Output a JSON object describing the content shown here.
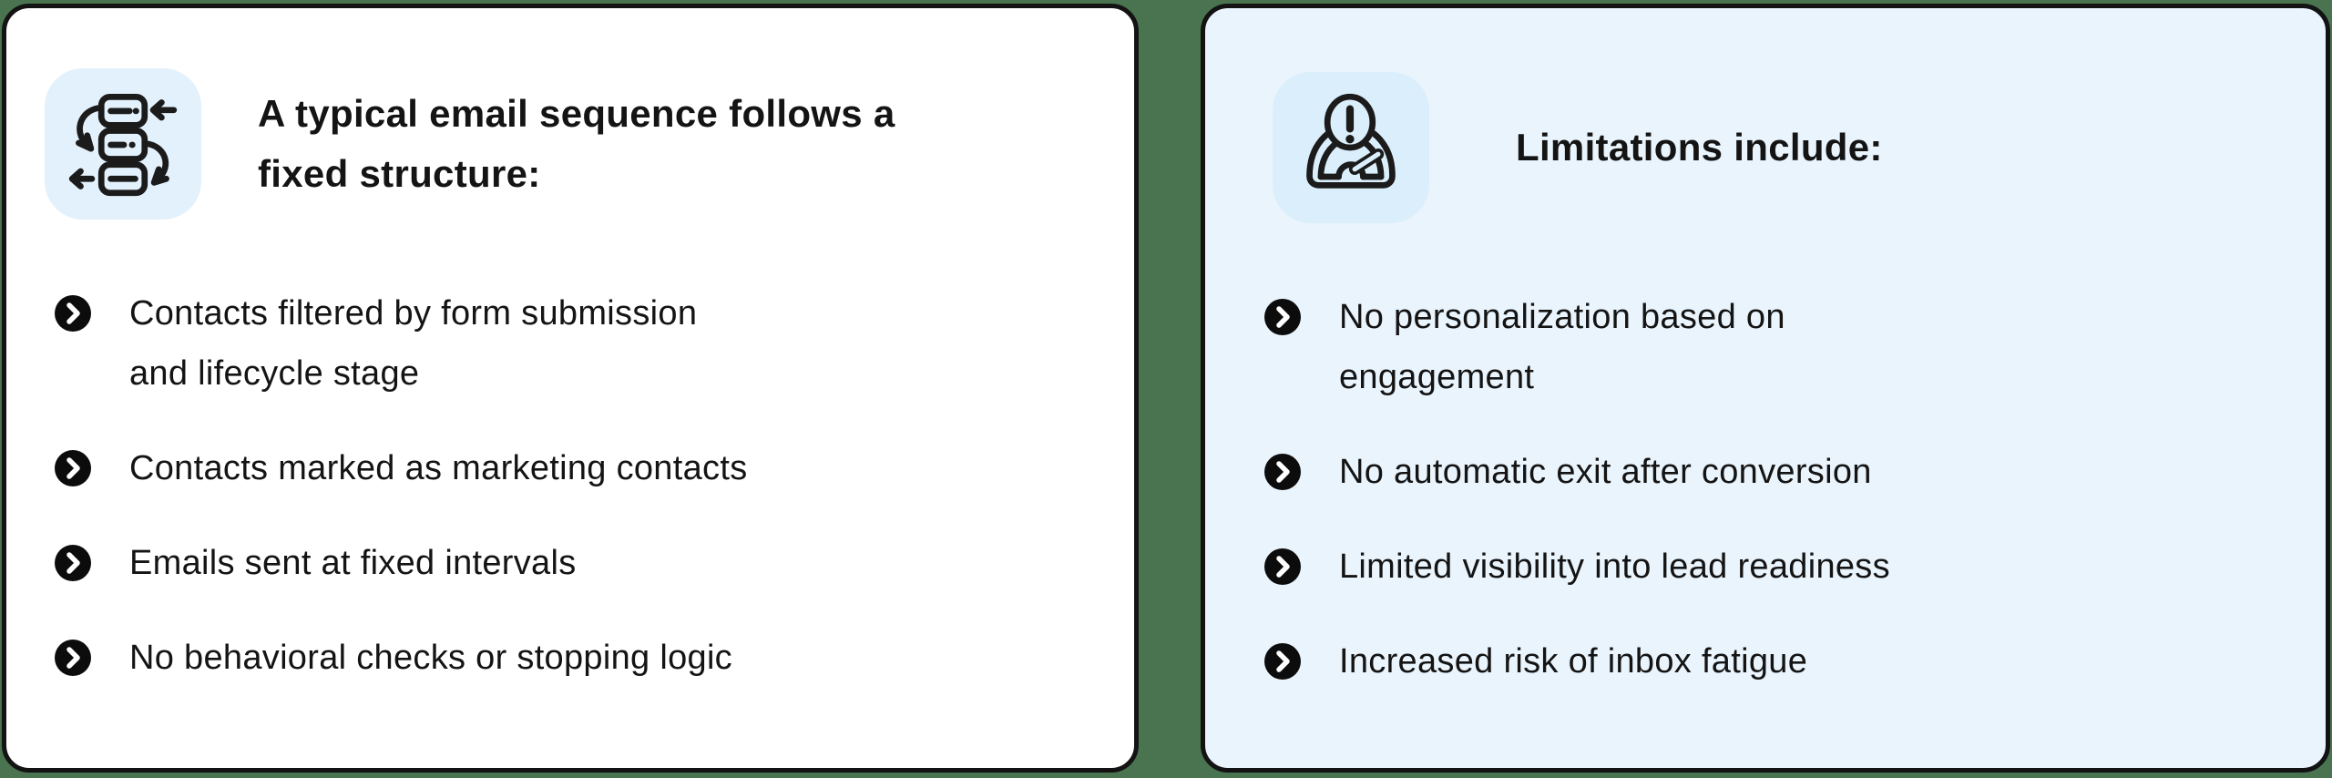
{
  "colors": {
    "background": "#4a7350",
    "card_border": "#131313",
    "left_card_bg": "#ffffff",
    "right_card_bg": "#eaf4fc",
    "left_icon_bg": "#e3f1fc",
    "right_icon_bg": "#dbeefb",
    "bullet_marker": "#0c0c0c",
    "text": "#141414"
  },
  "cards": [
    {
      "id": "email-sequence",
      "icon": "workflow-sequence-icon",
      "title": "A typical email sequence follows a\nfixed structure:",
      "bullets": [
        "Contacts filtered by form submission\nand lifecycle stage",
        "Contacts marked as marketing contacts",
        "Emails sent at fixed intervals",
        "No behavioral checks or stopping logic"
      ]
    },
    {
      "id": "limitations",
      "icon": "alert-gauge-icon",
      "title": "Limitations include:",
      "bullets": [
        "No personalization based on\nengagement",
        "No automatic exit after conversion",
        "Limited visibility into lead readiness",
        "Increased risk of inbox fatigue"
      ]
    }
  ]
}
